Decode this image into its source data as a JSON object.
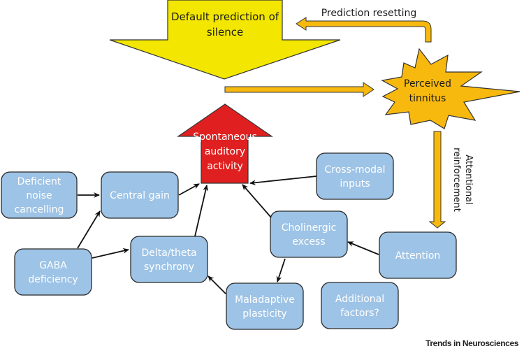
{
  "diagram": {
    "top_prediction": {
      "lines": [
        "Default prediction of",
        "silence"
      ],
      "color": "#f3e600"
    },
    "prediction_resetting": {
      "label": "Prediction resetting"
    },
    "perceived_tinnitus": {
      "lines": [
        "Perceived",
        "tinnitus"
      ],
      "color": "#f8b90f"
    },
    "attentional_reinforcement": {
      "lines": [
        "Attentional",
        "reinforcement"
      ]
    },
    "spontaneous_activity": {
      "lines": [
        "Spontaneous",
        "auditory",
        "activity"
      ],
      "color": "#e02020"
    },
    "boxes": {
      "deficient_noise": {
        "lines": [
          "Deficient",
          "noise",
          "cancelling"
        ]
      },
      "central_gain": {
        "lines": [
          "Central gain"
        ]
      },
      "gaba": {
        "lines": [
          "GABA",
          "deficiency"
        ]
      },
      "delta_theta": {
        "lines": [
          "Delta/theta",
          "synchrony"
        ]
      },
      "maladaptive": {
        "lines": [
          "Maladaptive",
          "plasticity"
        ]
      },
      "cholinergic": {
        "lines": [
          "Cholinergic",
          "excess"
        ]
      },
      "cross_modal": {
        "lines": [
          "Cross-modal",
          "inputs"
        ]
      },
      "attention": {
        "lines": [
          "Attention"
        ]
      },
      "additional": {
        "lines": [
          "Additional",
          "factors?"
        ]
      }
    },
    "box_color": "#9dc3e6",
    "arrow_color": "#f8b90f"
  },
  "footer": {
    "journal": "Trends in Neurosciences"
  }
}
